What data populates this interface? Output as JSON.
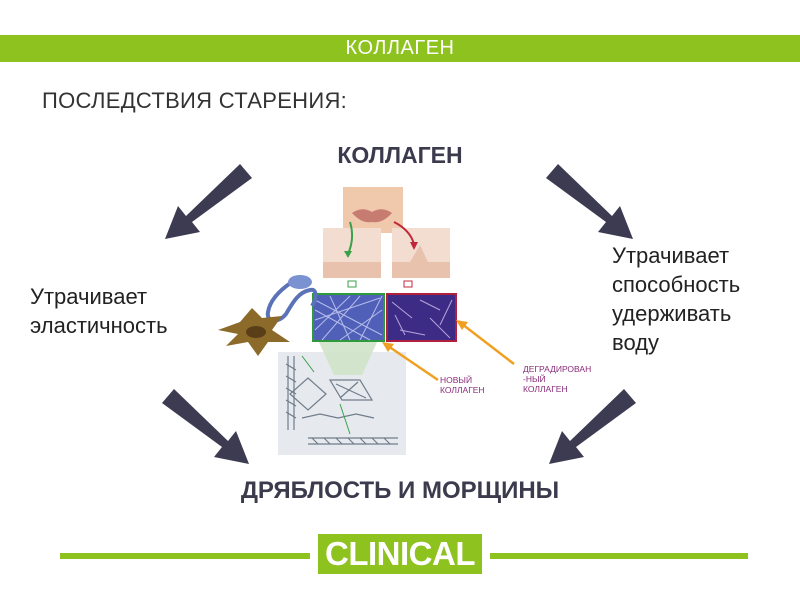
{
  "header": {
    "title": "КОЛЛАГЕН"
  },
  "subtitle": "ПОСЛЕДСТВИЯ СТАРЕНИЯ:",
  "diagram": {
    "center": "КОЛЛАГЕН",
    "left": [
      "Утрачивает",
      "эластичность"
    ],
    "right": [
      "Утрачивает",
      "способность",
      "удерживать",
      "воду"
    ],
    "bottom": "ДРЯБЛОСТЬ И МОРЩИНЫ"
  },
  "figure": {
    "label_new": [
      "НОВЫЙ",
      "КОЛЛАГЕН"
    ],
    "label_degraded": [
      "ДЕГРАДИРОВАН",
      "-НЫЙ",
      "КОЛЛАГЕН"
    ]
  },
  "footer": {
    "logo": "CLINICAL"
  },
  "colors": {
    "accent_green": "#8dc21f",
    "arrow": "#3d3b52",
    "label_purple": "#8b2b7a",
    "pointer_orange": "#f0a020"
  }
}
